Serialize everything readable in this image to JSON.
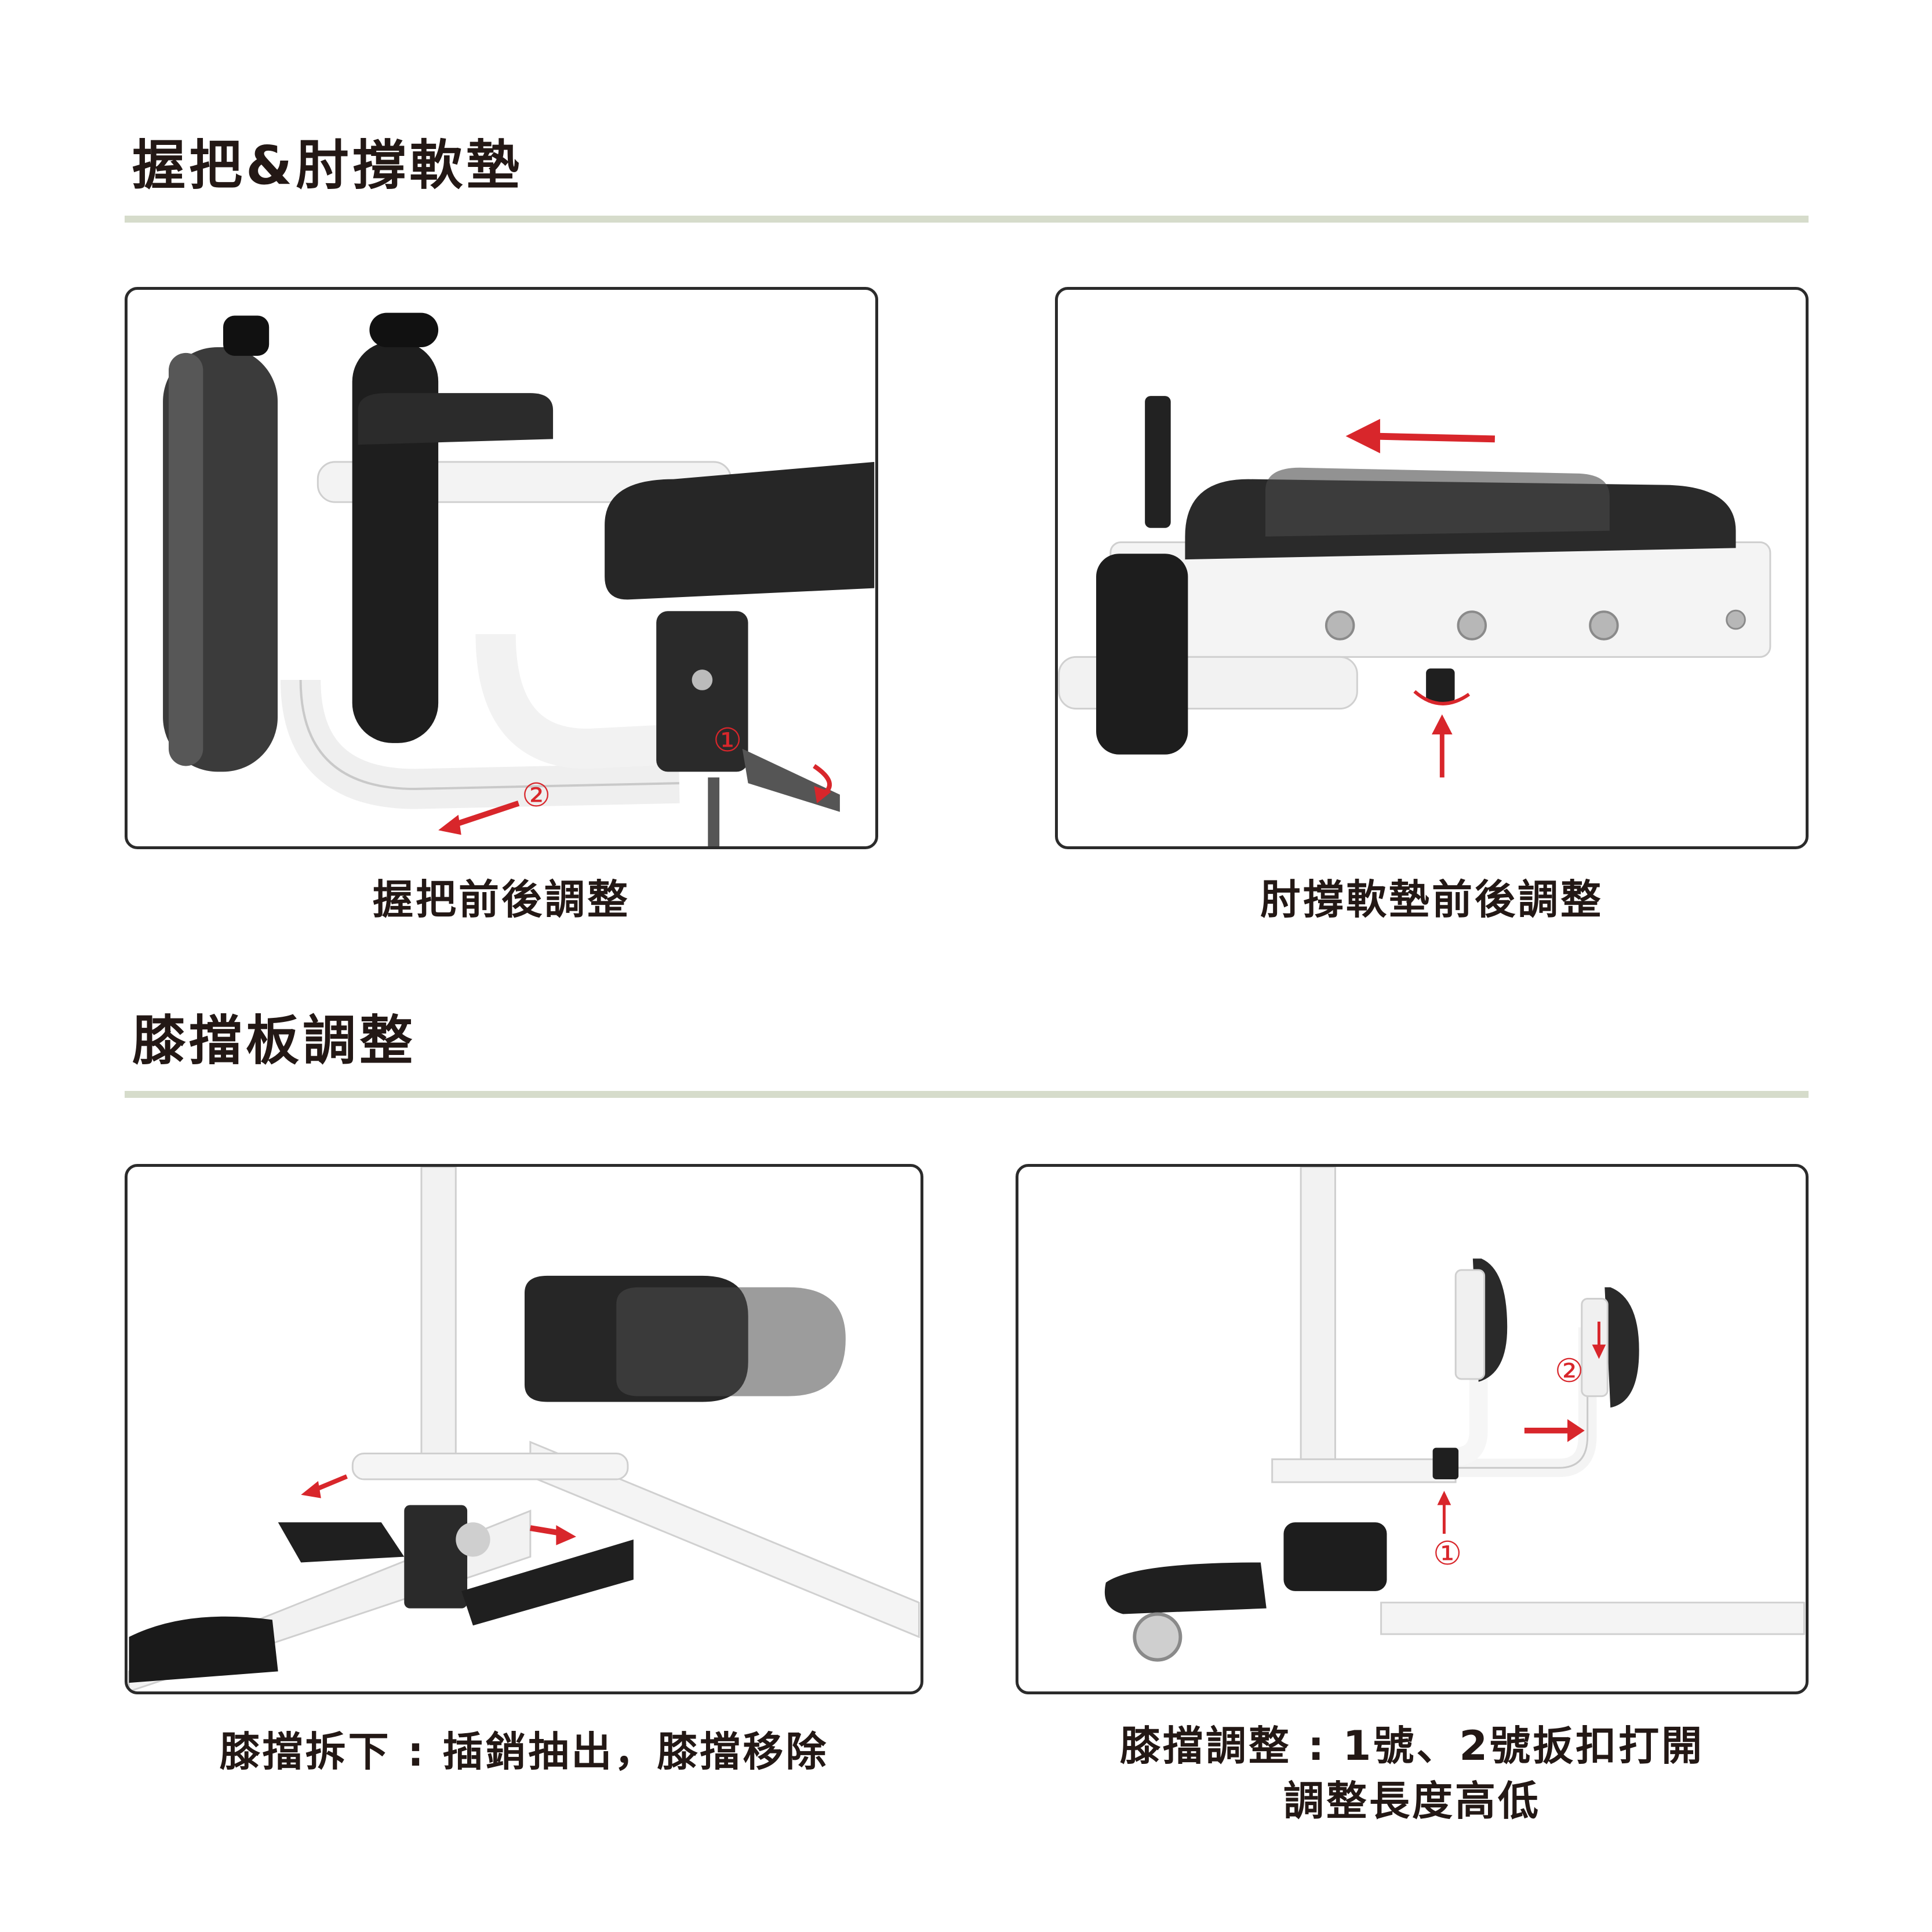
{
  "sections": [
    {
      "title": "握把&肘撐軟墊",
      "panels": [
        {
          "caption": "握把前後調整",
          "markers": [
            "①",
            "②"
          ]
        },
        {
          "caption": "肘撐軟墊前後調整"
        }
      ]
    },
    {
      "title": "膝擋板調整",
      "panels": [
        {
          "caption": "膝擋拆下 : 插銷抽出，膝擋移除"
        },
        {
          "caption_line1": "膝擋調整 : 1號、2號扳扣打開",
          "caption_line2": "調整長度高低",
          "markers": [
            "①",
            "②"
          ]
        }
      ]
    }
  ],
  "colors": {
    "accent_red": "#d8262b",
    "rule_green": "#d6dccb",
    "pad_black": "#2a2a2a",
    "frame_white": "#f4f4f4"
  }
}
